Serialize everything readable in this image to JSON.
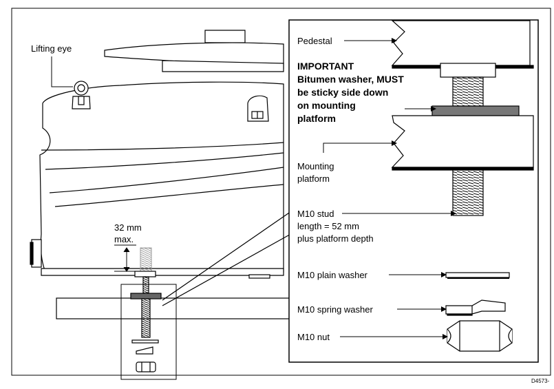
{
  "labels": {
    "lifting_eye": "Lifting eye",
    "pedestal": "Pedestal",
    "important_lines": [
      "IMPORTANT",
      "Bitumen washer, MUST",
      "be sticky side down",
      "on mounting",
      "platform"
    ],
    "mounting_platform_lines": [
      "Mounting",
      "platform"
    ],
    "stud_lines": [
      "M10 stud",
      "length = 52 mm",
      "plus platform depth"
    ],
    "max_lines": [
      "32 mm",
      "max."
    ],
    "plain_washer": "M10 plain washer",
    "spring_washer": "M10 spring washer",
    "nut": "M10 nut",
    "drawing_code": "D4573-"
  }
}
